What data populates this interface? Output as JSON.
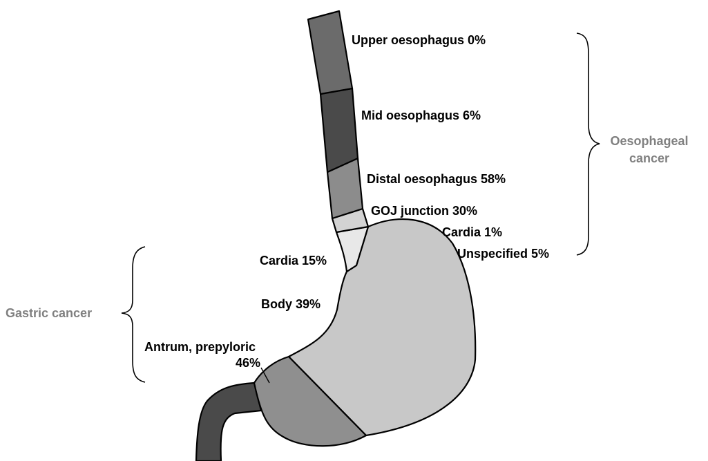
{
  "colors": {
    "upper_oesophagus": "#6b6b6b",
    "mid_oesophagus": "#4a4a4a",
    "distal_oesophagus": "#8c8c8c",
    "goj_junction": "#d3d3d3",
    "gastric_cardia": "#e8e8e8",
    "stomach_body": "#c8c8c8",
    "antrum": "#8f8f8f",
    "duodenum": "#4a4a4a",
    "group_label": "#808080"
  },
  "oesophageal": {
    "group_label_line1": "Oesophageal",
    "group_label_line2": "cancer",
    "upper_label": "Upper oesophagus 0%",
    "mid_label": "Mid oesophagus 6%",
    "distal_label": "Distal oesophagus 58%",
    "goj_label": "GOJ junction 30%",
    "cardia_label": "Cardia 1%",
    "unspecified_label": "Unspecified 5%"
  },
  "gastric": {
    "group_label": "Gastric cancer",
    "cardia_label": "Cardia 15%",
    "body_label": "Body 39%",
    "antrum_label_line1": "Antrum, prepyloric",
    "antrum_label_line2": "46%"
  }
}
